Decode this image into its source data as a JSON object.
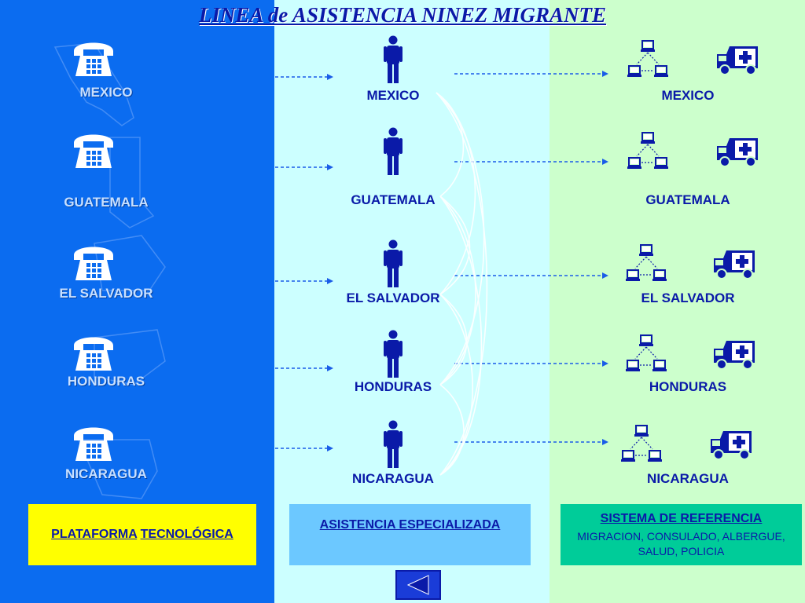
{
  "title": "LINEA de ASISTENCIA NINEZ MIGRANTE",
  "countries": [
    "MEXICO",
    "GUATEMALA",
    "EL SALVADOR",
    "HONDURAS",
    "NICARAGUA"
  ],
  "left_labels": [
    "MEXICO",
    "GUATEMALA",
    "EL SALVADOR",
    "HONDURAS",
    "NICARAGUA"
  ],
  "mid_labels": [
    "MEXICO",
    "GUATEMALA",
    "EL SALVADOR",
    "HONDURAS",
    "NICARAGUA"
  ],
  "right_labels": [
    "MEXICO",
    "GUATEMALA",
    "EL SALVADOR",
    "HONDURAS",
    "NICARAGUA"
  ],
  "boxes": {
    "plataforma_word1": "PLATAFORMA",
    "plataforma_word2": "TECNOLÓGICA",
    "asistencia": "ASISTENCIA ESPECIALIZADA",
    "sistema_title": "SISTEMA DE REFERENCIA",
    "sistema_line1": "MIGRACION, CONSULADO, ALBERGUE,",
    "sistema_line2": "SALUD, POLICIA"
  },
  "colors": {
    "left_bg": "#0b6cf0",
    "mid_bg": "#ccffff",
    "right_bg": "#ccffcc",
    "text_dark": "#0a1aa8",
    "plataforma_box": "#ffff00",
    "asistencia_box": "#6cc8ff",
    "sistema_box": "#00cc99",
    "arrow": "#1a5ce8"
  },
  "icons": {
    "telephone": "telephone-icon",
    "person": "person-icon",
    "network": "computer-network-icon",
    "ambulance": "ambulance-icon",
    "back": "back-triangle-icon"
  }
}
